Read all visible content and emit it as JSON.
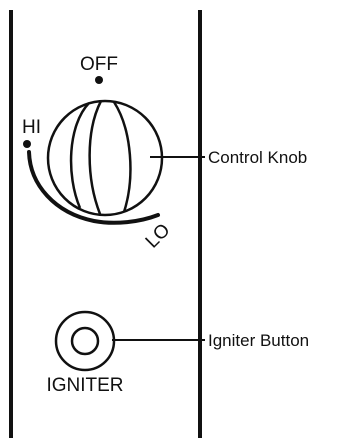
{
  "knob": {
    "off_label": "OFF",
    "hi_label": "HI",
    "lo_label": "LO"
  },
  "igniter": {
    "label": "IGNITER"
  },
  "callouts": {
    "control_knob": "Control Knob",
    "igniter_button": "Igniter Button"
  },
  "colors": {
    "line": "#111111",
    "background": "#ffffff"
  }
}
